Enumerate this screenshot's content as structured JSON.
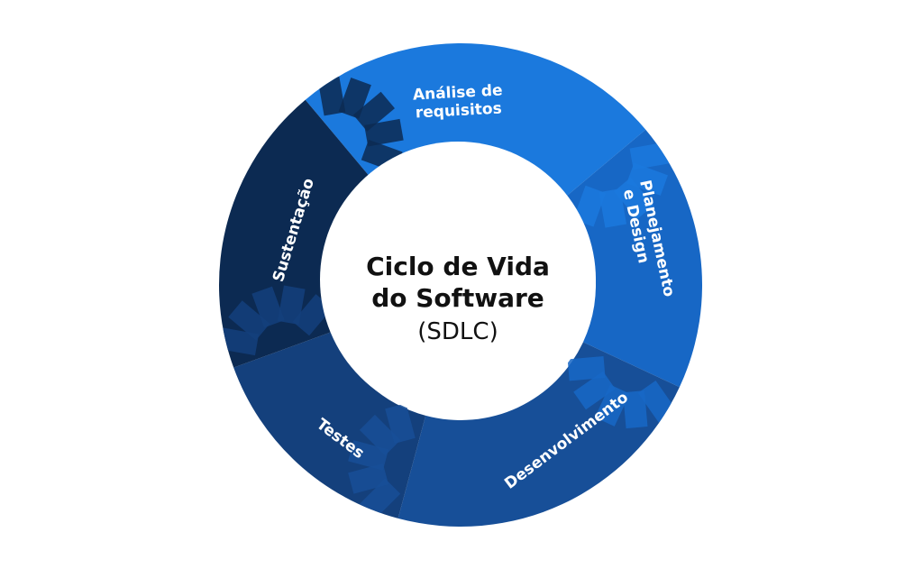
{
  "center": {
    "line1": "Ciclo de Vida",
    "line2": "do Software",
    "line3": "(SDLC)"
  },
  "phases": [
    {
      "name": "analise",
      "lines": [
        "Análise de",
        "requisitos"
      ],
      "color": "#1b79dd"
    },
    {
      "name": "planejamento",
      "lines": [
        "Planejamento",
        "e Design"
      ],
      "color": "#1767c5"
    },
    {
      "name": "desenvolvimento",
      "lines": [
        "Desenvolvimento"
      ],
      "color": "#174f98"
    },
    {
      "name": "testes",
      "lines": [
        "Testes"
      ],
      "color": "#14407c"
    },
    {
      "name": "sustentacao",
      "lines": [
        "Sustentação"
      ],
      "color": "#0c2a52"
    }
  ]
}
